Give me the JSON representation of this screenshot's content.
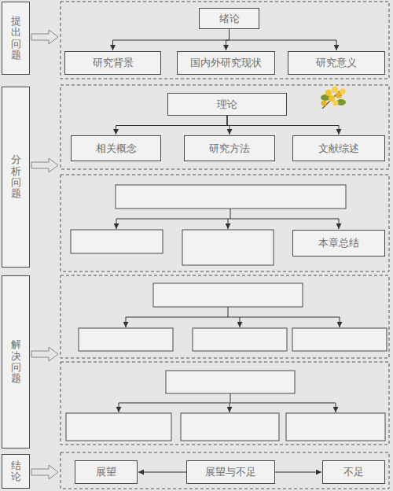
{
  "diagram": {
    "nodes": [
      {
        "text": [
          "提出问题"
        ]
      },
      {
        "text": [
          "绪论"
        ]
      },
      {
        "text": [
          "研究背景"
        ]
      },
      {
        "text": [
          "国内外研究现状"
        ]
      },
      {
        "text": [
          "研究意义"
        ]
      },
      {
        "text": [
          "分析问题"
        ]
      },
      {
        "text": [
          "理论"
        ]
      },
      {
        "text": [
          "相关概念"
        ]
      },
      {
        "text": [
          "研究方法"
        ]
      },
      {
        "text": [
          "文献综述"
        ]
      },
      {
        "text": [
          "本章总结"
        ]
      },
      {
        "text": [
          "解决问题"
        ]
      },
      {
        "text": [
          "结论"
        ]
      },
      {
        "text": [
          "展望"
        ]
      },
      {
        "text": [
          "展望与不足"
        ]
      },
      {
        "text": [
          "不足"
        ]
      }
    ],
    "edges": [
      {
        "from": 1,
        "to": 2,
        "arrow": "to"
      },
      {
        "from": 1,
        "to": 3,
        "arrow": "to"
      },
      {
        "from": 1,
        "to": 4,
        "arrow": "to"
      },
      {
        "from": 6,
        "to": 7,
        "arrow": "to"
      },
      {
        "from": 6,
        "to": 8,
        "arrow": "to"
      },
      {
        "from": 6,
        "to": 9,
        "arrow": "to"
      },
      {
        "from": 14,
        "to": 13,
        "arrow": "to"
      },
      {
        "from": 14,
        "to": 15,
        "arrow": "to"
      }
    ]
  }
}
